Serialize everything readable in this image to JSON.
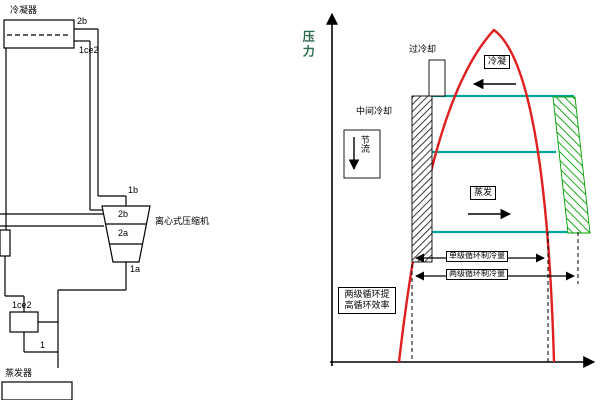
{
  "left_diagram": {
    "condenser_label": "冷凝器",
    "compressor_label": "离心式压缩机",
    "evaporator_label": "蒸发器",
    "pipe_top_label": "2b",
    "pipe_mid_label": "1ce2",
    "port_top_label": "1b",
    "stage_high_label": "2b",
    "stage_low_label": "2a",
    "port_bottom_label": "1a",
    "valve_label": "1ce2",
    "node_label": "1"
  },
  "right_diagram": {
    "pressure_axis_label": "压力",
    "subcool_label": "过冷却",
    "condense_label": "冷凝",
    "intercool_label": "中间冷却",
    "throttle_label": "节流",
    "evaporate_label": "蒸发",
    "single_stage_capacity_label": "单级循环制冷量",
    "two_stage_capacity_label": "两级循环制冷量",
    "efficiency_note": "两级循环提高循环效率",
    "colors": {
      "saturation_dome": "#e02020",
      "cycle_line": "#00a89c",
      "work_hatch_green": "#00a000",
      "hatch_dark": "#222222",
      "axis_label": "#2d6a4f"
    }
  }
}
